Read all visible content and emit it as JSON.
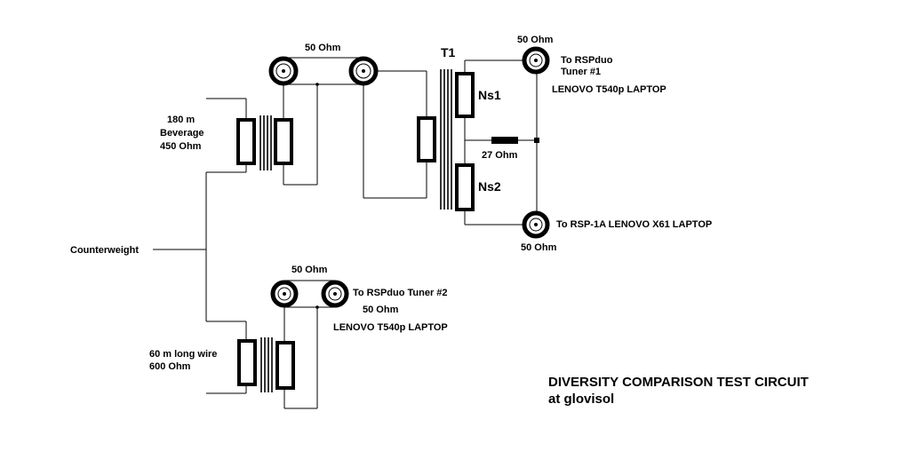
{
  "labels": {
    "beverage_line1": "180 m",
    "beverage_line2": "Beverage",
    "beverage_line3": "450 Ohm",
    "counterweight": "Counterweight",
    "longwire_line1": "60 m long wire",
    "longwire_line2": "600 Ohm",
    "top_coax_ohm": "50 Ohm",
    "t1": "T1",
    "ns1": "Ns1",
    "ns2": "Ns2",
    "resistor": "27 Ohm",
    "rspduo1_ohm": "50 Ohm",
    "rspduo1_line1": "To RSPduo",
    "rspduo1_line2": "Tuner #1",
    "rspduo1_laptop": "LENOVO T540p LAPTOP",
    "rsp1a": "To RSP-1A  LENOVO X61 LAPTOP",
    "rsp1a_ohm": "50 Ohm",
    "bottom_coax_ohm": "50 Ohm",
    "rspduo2": "To RSPduo Tuner #2",
    "rspduo2_ohm": "50 Ohm",
    "rspduo2_laptop": "LENOVO T540p LAPTOP",
    "title_line1": "DIVERSITY COMPARISON TEST CIRCUIT",
    "title_line2": "at glovisol"
  }
}
